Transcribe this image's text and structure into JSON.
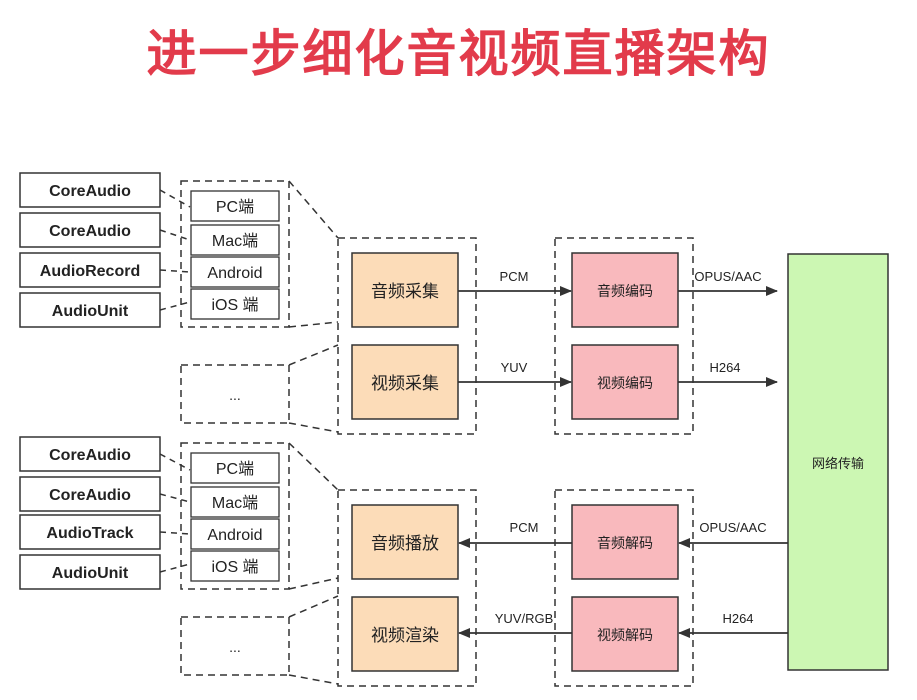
{
  "title": "进一步细化音视频直播架构",
  "colors": {
    "title": "#e23b4b",
    "capture_fill": "#fcdcb8",
    "codec_fill": "#f9b9bd",
    "network_fill": "#ccf7b3",
    "line": "#333333"
  },
  "top": {
    "api_boxes": [
      "CoreAudio",
      "CoreAudio",
      "AudioRecord",
      "AudioUnit"
    ],
    "platforms": [
      "PC端",
      "Mac端",
      "Android",
      "iOS 端"
    ],
    "ellipsis": "...",
    "audio_capture": "音频采集",
    "video_capture": "视频采集",
    "audio_encode": "音频编码",
    "video_encode": "视频编码",
    "pcm": "PCM",
    "yuv": "YUV",
    "opus_aac": "OPUS/AAC",
    "h264": "H264"
  },
  "network": "网络传输",
  "bottom": {
    "api_boxes": [
      "CoreAudio",
      "CoreAudio",
      "AudioTrack",
      "AudioUnit"
    ],
    "platforms": [
      "PC端",
      "Mac端",
      "Android",
      "iOS 端"
    ],
    "ellipsis": "...",
    "audio_play": "音频播放",
    "video_render": "视频渲染",
    "audio_decode": "音频解码",
    "video_decode": "视频解码",
    "pcm": "PCM",
    "yuv_rgb": "YUV/RGB",
    "opus_aac": "OPUS/AAC",
    "h264": "H264"
  }
}
